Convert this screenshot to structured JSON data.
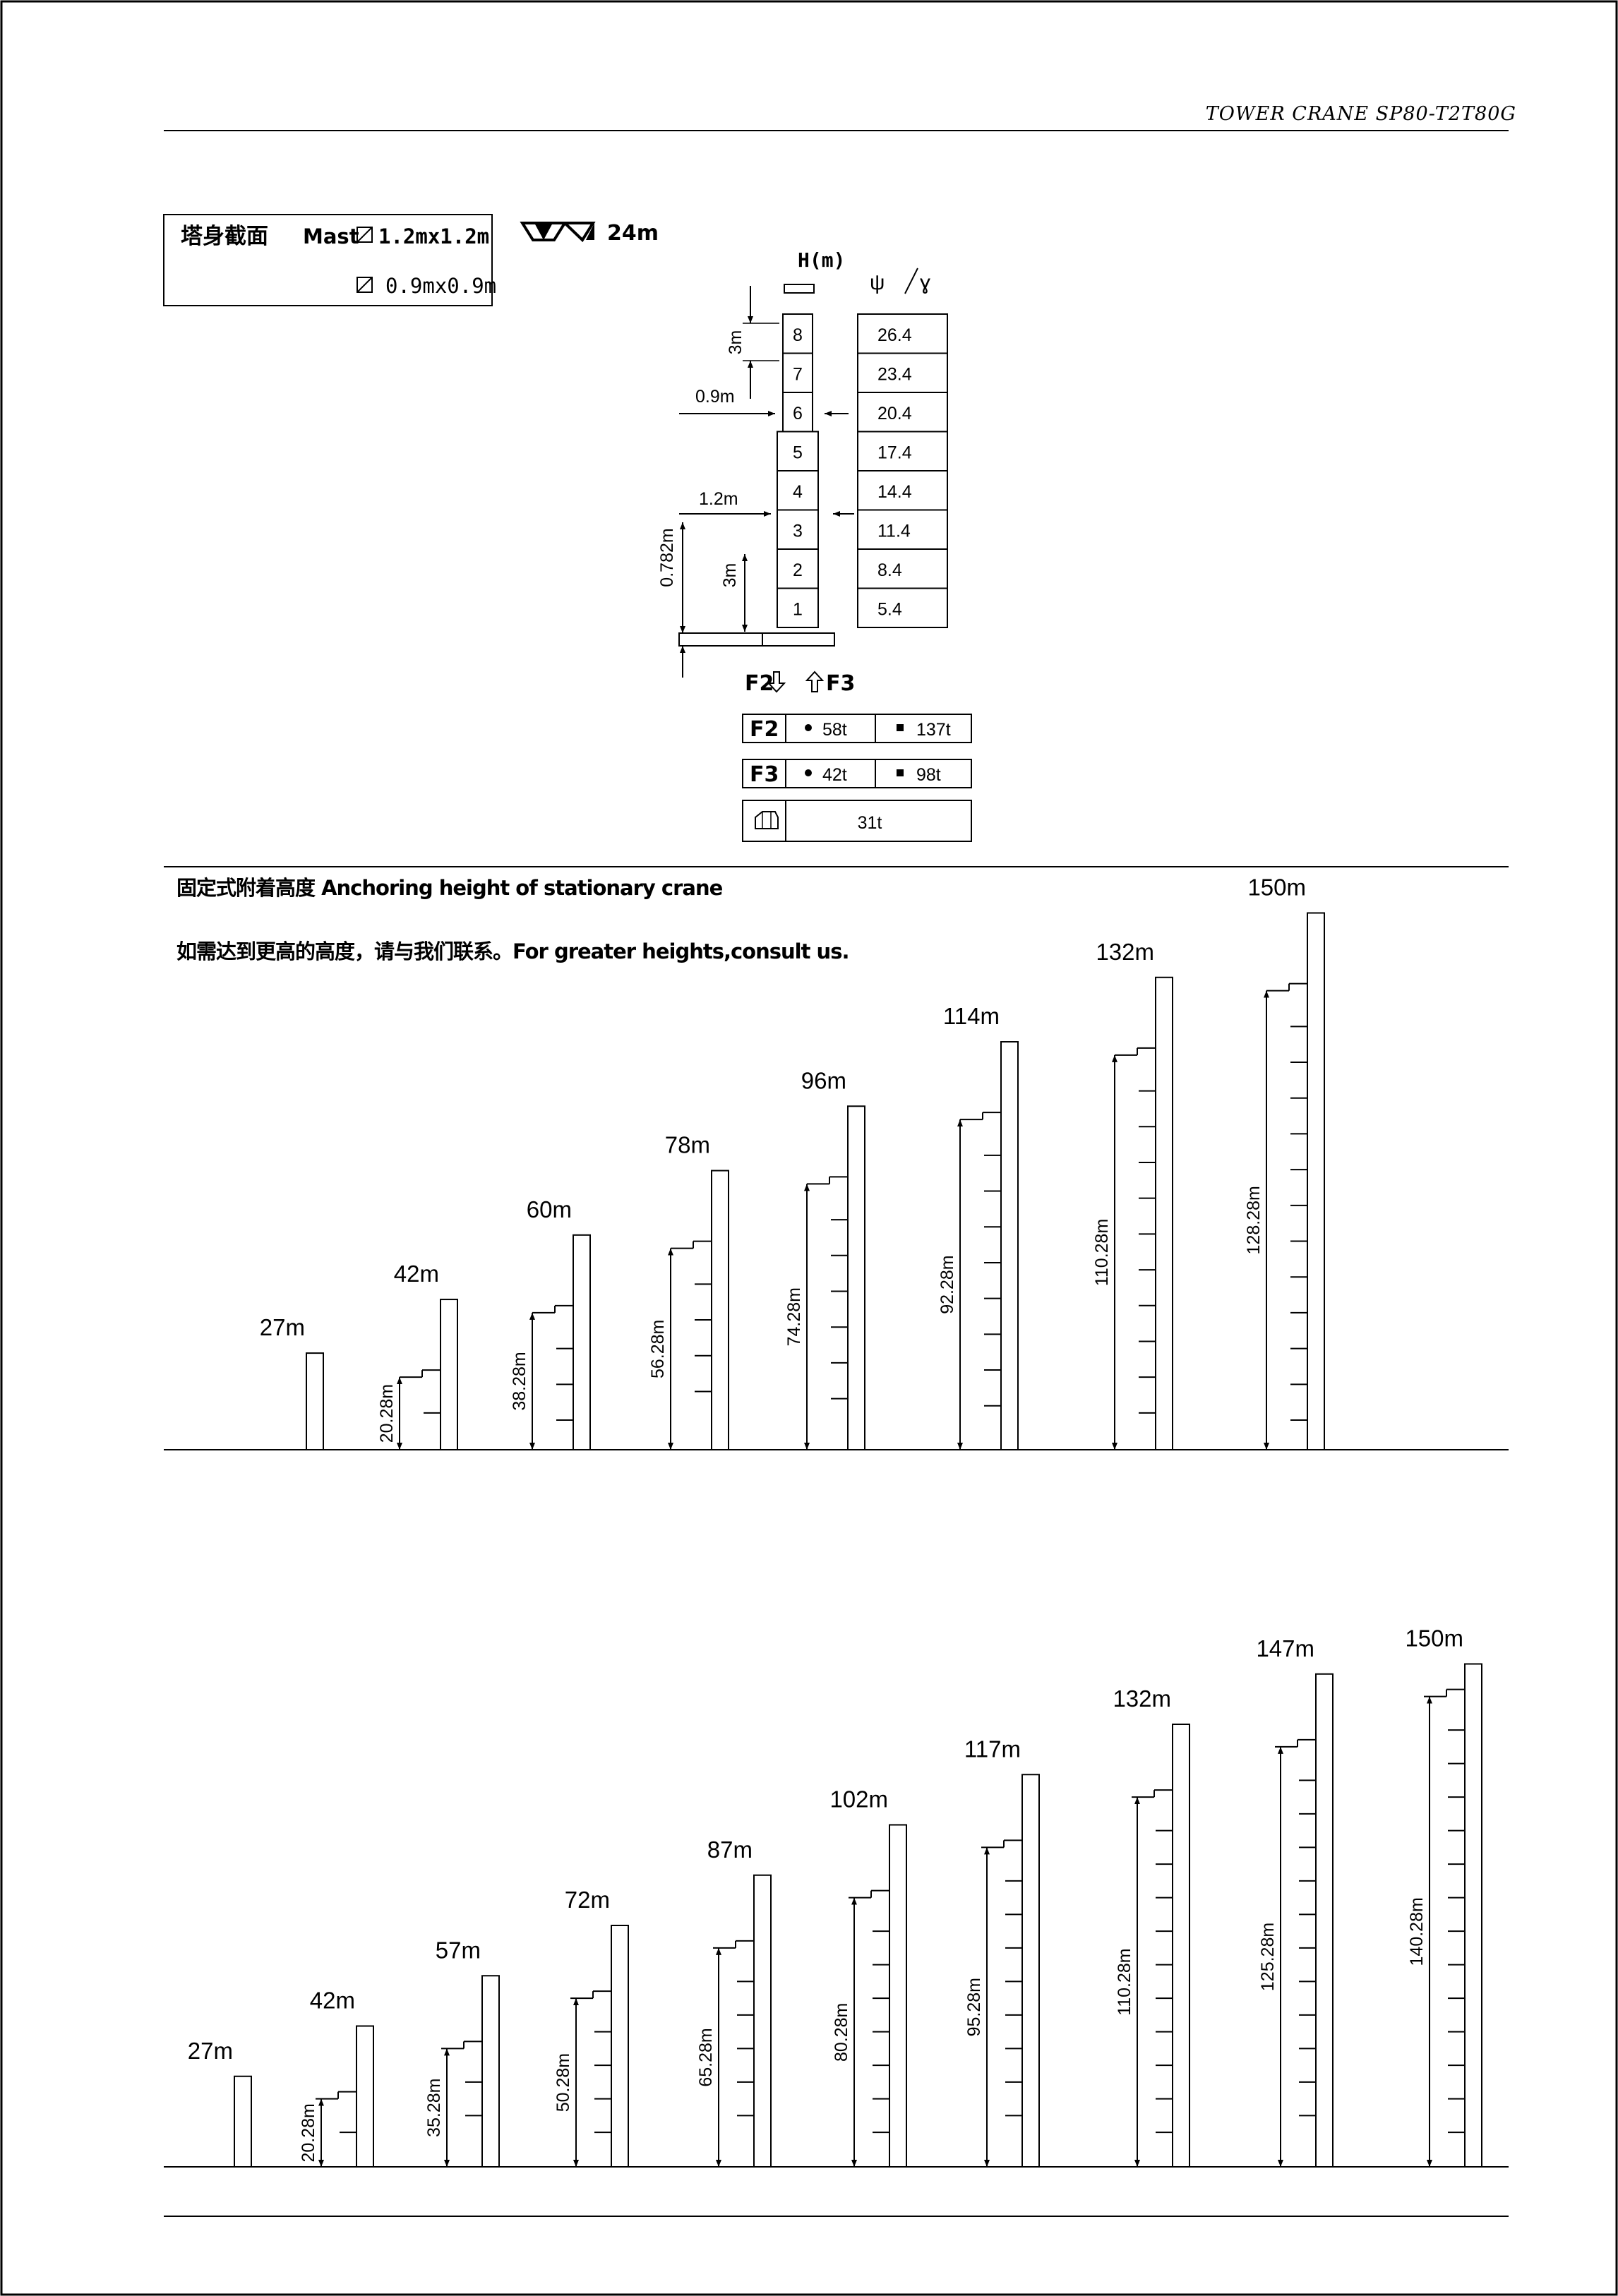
{
  "header": {
    "title": "TOWER CRANE SP80-T2T80G"
  },
  "mast_box": {
    "cn_label": "塔身截面",
    "mast_label": "Mast",
    "size_1": "1.2mx1.2m",
    "size_2": "0.9mx0.9m",
    "boom_length": "24m"
  },
  "mast_diagram": {
    "h_label": "H(m)",
    "sections": [
      "1",
      "2",
      "3",
      "4",
      "5",
      "6",
      "7",
      "8"
    ],
    "heights": [
      "5.4",
      "8.4",
      "11.4",
      "14.4",
      "17.4",
      "20.4",
      "23.4",
      "26.4"
    ],
    "dim_3m_top": "3m",
    "dim_09": "0.9m",
    "dim_12": "1.2m",
    "dim_0782": "0.782m",
    "dim_3m_bottom": "3m",
    "f2_label": "F2",
    "f3_label": "F3"
  },
  "loads": {
    "f2": {
      "label": "F2",
      "a": "58t",
      "b": "137t"
    },
    "f3": {
      "label": "F3",
      "a": "42t",
      "b": "98t"
    },
    "ballast": "31t"
  },
  "anchoring": {
    "title": "固定式附着高度  Anchoring height of stationary crane",
    "note": "如需达到更高的高度，请与我们联系。For greater heights,consult us."
  },
  "chart_data": [
    {
      "type": "diagram",
      "tower_heights_m": [
        27,
        42,
        60,
        78,
        96,
        114,
        132,
        150
      ],
      "tower_labels": [
        "27m",
        "42m",
        "60m",
        "78m",
        "96m",
        "114m",
        "132m",
        "150m"
      ],
      "first_tie_heights_m": [
        null,
        20.28,
        38.28,
        56.28,
        74.28,
        92.28,
        110.28,
        128.28
      ],
      "tie_labels": [
        "",
        "20.28m",
        "38.28m",
        "56.28m",
        "74.28m",
        "92.28m",
        "110.28m",
        "128.28m"
      ]
    },
    {
      "type": "diagram",
      "tower_heights_m": [
        27,
        42,
        57,
        72,
        87,
        102,
        117,
        132,
        147,
        150
      ],
      "tower_labels": [
        "27m",
        "42m",
        "57m",
        "72m",
        "87m",
        "102m",
        "117m",
        "132m",
        "147m",
        "150m"
      ],
      "first_tie_heights_m": [
        null,
        20.28,
        35.28,
        50.28,
        65.28,
        80.28,
        95.28,
        110.28,
        125.28,
        140.28
      ],
      "tie_labels": [
        "",
        "20.28m",
        "35.28m",
        "50.28m",
        "65.28m",
        "80.28m",
        "95.28m",
        "110.28m",
        "125.28m",
        "140.28m"
      ]
    }
  ]
}
